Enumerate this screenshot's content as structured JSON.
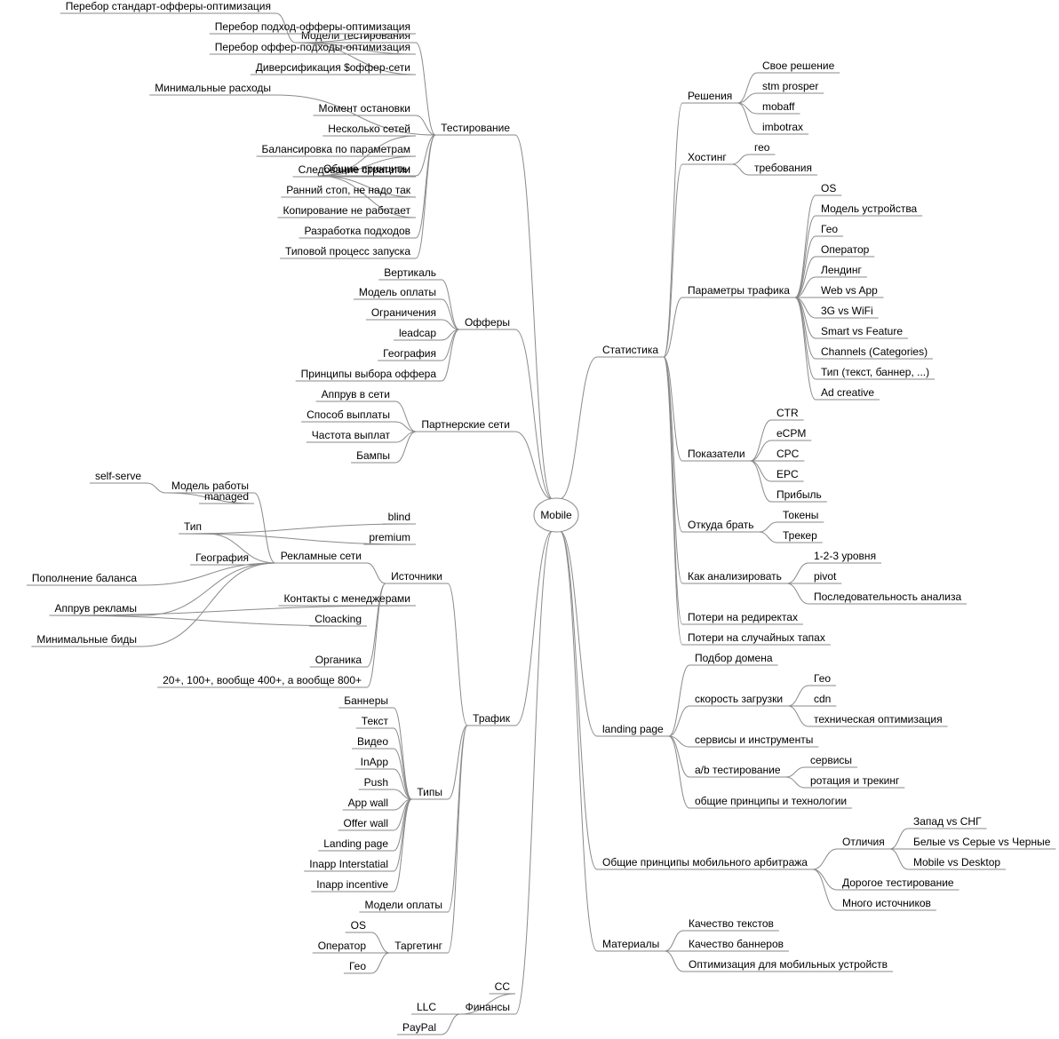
{
  "root": "Mobile",
  "left": [
    {
      "label": "Тестирование",
      "children": [
        {
          "label": "Модели тестирования",
          "children": [
            {
              "label": "Перебор стандарт-офферы-оптимизация"
            },
            {
              "label": "Перебор подход-офферы-оптимизация"
            },
            {
              "label": "Перебор оффер-подходы-оптимизация"
            },
            {
              "label": "Диверсификация $оффер-сети"
            }
          ]
        },
        {
          "label": "Минимальные расходы"
        },
        {
          "label": "Момент остановки"
        },
        {
          "label": "Общие принципы",
          "children": [
            {
              "label": "Несколько сетей"
            },
            {
              "label": "Балансировка по параметрам"
            },
            {
              "label": "Следование стратегии"
            },
            {
              "label": "Ранний стоп, не надо так"
            },
            {
              "label": "Копирование не работает"
            }
          ]
        },
        {
          "label": "Разработка подходов"
        },
        {
          "label": "Типовой процесс запуска"
        }
      ]
    },
    {
      "label": "Офферы",
      "children": [
        {
          "label": "Вертикаль"
        },
        {
          "label": "Модель оплаты"
        },
        {
          "label": "Ограничения"
        },
        {
          "label": "leadcap"
        },
        {
          "label": "География"
        },
        {
          "label": "Принципы выбора оффера"
        }
      ]
    },
    {
      "label": "Партнерские сети",
      "children": [
        {
          "label": "Аппрув в сети"
        },
        {
          "label": "Способ выплаты"
        },
        {
          "label": "Частота выплат"
        },
        {
          "label": "Бампы"
        }
      ]
    },
    {
      "label": "Трафик",
      "children": [
        {
          "label": "Источники",
          "children": [
            {
              "label": "Рекламные сети",
              "children": [
                {
                  "label": "Модель работы",
                  "children": [
                    {
                      "label": "self-serve"
                    },
                    {
                      "label": "managed"
                    }
                  ]
                },
                {
                  "label": "Тип",
                  "children": [
                    {
                      "label": "blind"
                    },
                    {
                      "label": "premium"
                    }
                  ]
                },
                {
                  "label": "География"
                },
                {
                  "label": "Пополнение баланса"
                },
                {
                  "label": "Аппрув рекламы",
                  "children": [
                    {
                      "label": "Контакты с менеджерами"
                    },
                    {
                      "label": "Cloacking"
                    }
                  ]
                },
                {
                  "label": "Минимальные биды"
                }
              ]
            },
            {
              "label": "Органика"
            },
            {
              "label": "20+, 100+, вообще 400+, а вообще 800+"
            }
          ]
        },
        {
          "label": "Типы",
          "children": [
            {
              "label": "Баннеры"
            },
            {
              "label": "Текст"
            },
            {
              "label": "Видео"
            },
            {
              "label": "InApp"
            },
            {
              "label": "Push"
            },
            {
              "label": "App wall"
            },
            {
              "label": "Offer wall"
            },
            {
              "label": "Landing page"
            },
            {
              "label": "Inapp Interstatial"
            },
            {
              "label": "Inapp incentive"
            }
          ]
        },
        {
          "label": "Модели оплаты"
        },
        {
          "label": "Таргетинг",
          "children": [
            {
              "label": "OS"
            },
            {
              "label": "Оператор"
            },
            {
              "label": "Гео"
            }
          ]
        }
      ]
    },
    {
      "label": "Финансы",
      "children": [
        {
          "label": "CC"
        },
        {
          "label": "LLC"
        },
        {
          "label": "PayPal"
        }
      ]
    }
  ],
  "right": [
    {
      "label": "Статистика",
      "children": [
        {
          "label": "Решения",
          "children": [
            {
              "label": "Свое решение"
            },
            {
              "label": "stm prosper"
            },
            {
              "label": "mobaff"
            },
            {
              "label": "imbotrax"
            }
          ]
        },
        {
          "label": "Хостинг",
          "children": [
            {
              "label": "гео"
            },
            {
              "label": "требования"
            }
          ]
        },
        {
          "label": "Параметры трафика",
          "children": [
            {
              "label": "OS"
            },
            {
              "label": "Модель устройства"
            },
            {
              "label": "Гео"
            },
            {
              "label": "Оператор"
            },
            {
              "label": "Лендинг"
            },
            {
              "label": "Web vs App"
            },
            {
              "label": "3G vs WiFi"
            },
            {
              "label": "Smart vs Feature"
            },
            {
              "label": "Channels (Categories)"
            },
            {
              "label": "Тип (текст, баннер, ...)"
            },
            {
              "label": "Ad creative"
            }
          ]
        },
        {
          "label": "Показатели",
          "children": [
            {
              "label": "CTR"
            },
            {
              "label": "eCPM"
            },
            {
              "label": "CPC"
            },
            {
              "label": "EPC"
            },
            {
              "label": "Прибыль"
            }
          ]
        },
        {
          "label": "Откуда брать",
          "children": [
            {
              "label": "Токены"
            },
            {
              "label": "Трекер"
            }
          ]
        },
        {
          "label": "Как анализировать",
          "children": [
            {
              "label": "1-2-3 уровня"
            },
            {
              "label": "pivot"
            },
            {
              "label": "Последовательность анализа"
            }
          ]
        },
        {
          "label": "Потери на редиректах"
        },
        {
          "label": "Потери на случайных тапах"
        }
      ]
    },
    {
      "label": "landing page",
      "children": [
        {
          "label": "Подбор домена"
        },
        {
          "label": "скорость загрузки",
          "children": [
            {
              "label": "Гео"
            },
            {
              "label": "cdn"
            },
            {
              "label": "техническая оптимизация"
            }
          ]
        },
        {
          "label": "сервисы и инструменты"
        },
        {
          "label": "a/b тестирование",
          "children": [
            {
              "label": "сервисы"
            },
            {
              "label": "ротация и трекинг"
            }
          ]
        },
        {
          "label": "общие принципы и технологии"
        }
      ]
    },
    {
      "label": "Общие принципы мобильного арбитража",
      "children": [
        {
          "label": "Отличия",
          "children": [
            {
              "label": "Запад vs СНГ"
            },
            {
              "label": "Белые vs Серые vs Черные"
            },
            {
              "label": "Mobile vs Desktop"
            }
          ]
        },
        {
          "label": "Дорогое тестирование"
        },
        {
          "label": "Много источников"
        }
      ]
    },
    {
      "label": "Материалы",
      "children": [
        {
          "label": "Качество текстов"
        },
        {
          "label": "Качество баннеров"
        },
        {
          "label": "Оптимизация для мобильных устройств"
        }
      ]
    }
  ]
}
